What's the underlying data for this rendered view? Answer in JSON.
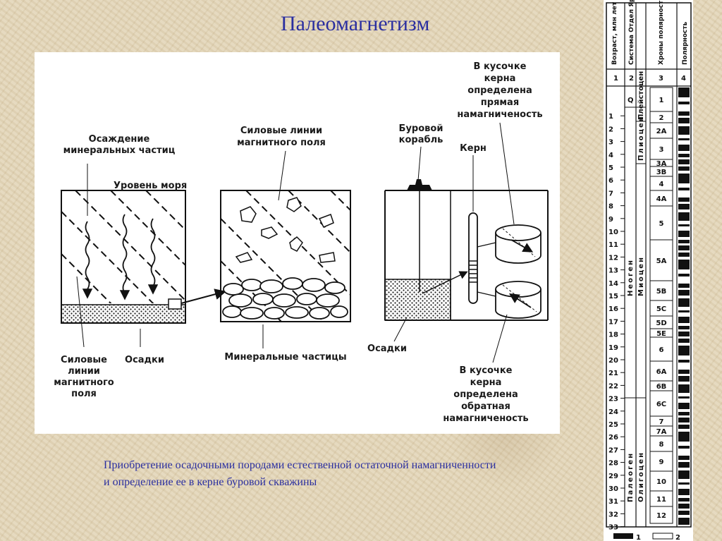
{
  "title": "Палеомагнетизм",
  "caption": "Приобретение осадочными породами естественной остаточной намагниченности и определение ее в керне буровой скважины",
  "diagram": {
    "panel1": {
      "deposition_label": [
        "Осаждение",
        "минеральных частиц"
      ],
      "sea_level_label": "Уровень моря",
      "field_lines_label": [
        "Силовые",
        "линии",
        "магнитного",
        "поля"
      ],
      "sediments_label": "Осадки"
    },
    "panel2": {
      "field_lines_label": [
        "Силовые линии",
        "магнитного поля"
      ],
      "particles_label": "Минеральные частицы"
    },
    "panel3": {
      "ship_label": [
        "Буровой",
        "корабль"
      ],
      "core_label": "Керн",
      "sediments_label": "Осадки",
      "normal_label": [
        "В кусочке",
        "керна",
        "определена",
        "прямая",
        "намагниченость"
      ],
      "reverse_label": [
        "В кусочке",
        "керна",
        "определена",
        "обратная",
        "намагниченость"
      ]
    }
  },
  "scale": {
    "headers": {
      "age": "Возраст, млн лет",
      "system": "Система Отдел Ярус",
      "chrons": "Хроны полярности и палеомагнитные аномалии",
      "polarity": "Полярность"
    },
    "column_numbers": [
      "1",
      "2",
      "3",
      "4"
    ],
    "age_ticks": [
      "1",
      "2",
      "3",
      "4",
      "5",
      "6",
      "7",
      "8",
      "9",
      "10",
      "11",
      "12",
      "13",
      "14",
      "15",
      "16",
      "17",
      "18",
      "19",
      "20",
      "21",
      "22",
      "23",
      "24",
      "25",
      "26",
      "27",
      "28",
      "29",
      "30",
      "31",
      "32",
      "33"
    ],
    "system_q": "Q",
    "neogene": "Неоген",
    "paleogene": "Палеоген",
    "pleistocene": "Плейстоцен",
    "pliocene": "Плиоцен",
    "miocene": "Миоцен",
    "oligocene": "Олигоцен",
    "chrons": [
      "1",
      "2",
      "2A",
      "3",
      "3A",
      "3B",
      "4",
      "4A",
      "5",
      "5A",
      "5B",
      "5C",
      "5D",
      "5E",
      "6",
      "6A",
      "6B",
      "6C",
      "7",
      "7A",
      "8",
      "9",
      "10",
      "11",
      "12"
    ],
    "legend": [
      "1",
      "2"
    ]
  }
}
